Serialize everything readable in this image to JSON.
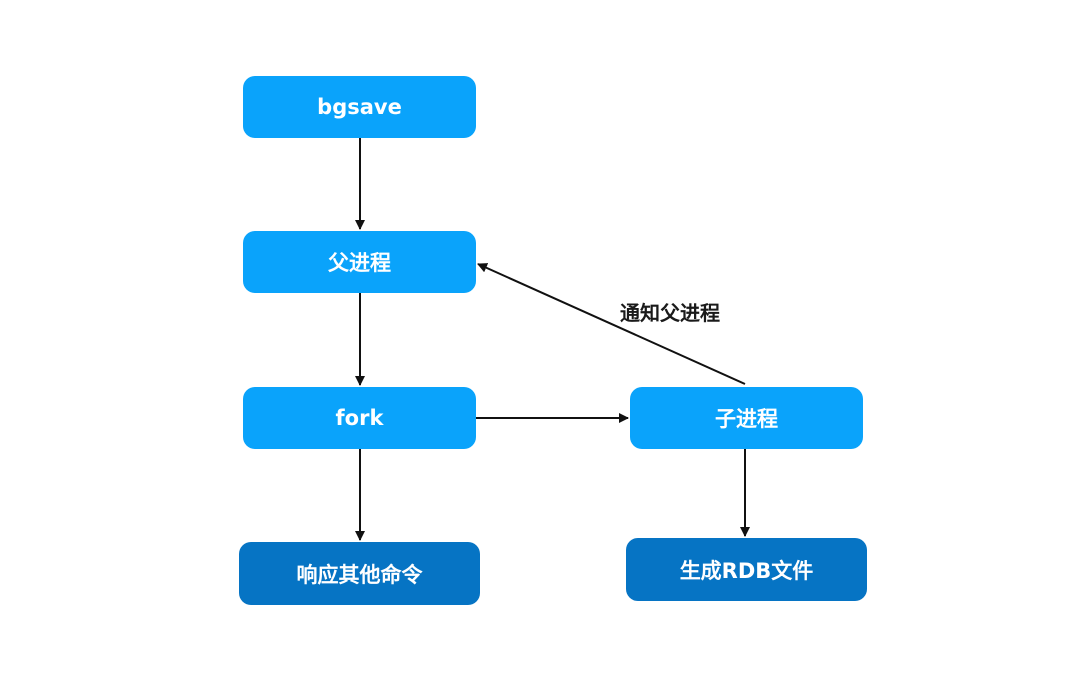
{
  "colors": {
    "node_light": "#0aa3fb",
    "node_dark": "#0674c4",
    "edge": "#111111",
    "label": "#1a1a1a"
  },
  "nodes": {
    "bgsave": "bgsave",
    "parent": "父进程",
    "fork": "fork",
    "child": "子进程",
    "respond": "响应其他命令",
    "rdb": "生成RDB文件"
  },
  "edges": {
    "child_to_parent_label": "通知父进程"
  }
}
